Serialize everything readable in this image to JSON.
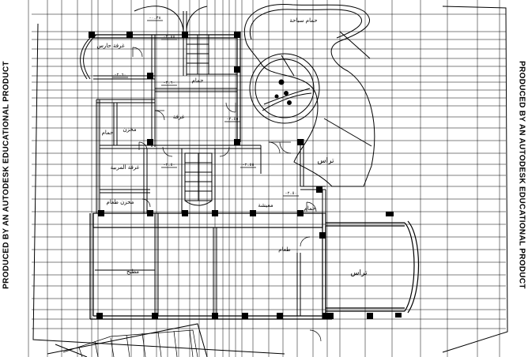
{
  "watermark": {
    "left": "PRODUCED BY AN AUTODESK EDUCATIONAL PRODUCT",
    "right": "PRODUCED BY AN AUTODESK EDUCATIONAL PRODUCT"
  },
  "rooms": {
    "pool": "حمام سباحة",
    "guard_room": "غرفة حارس",
    "bath_top": "حمام",
    "room": "غرفة",
    "storage_1": "مخزن",
    "bath_left": "حمام",
    "maid_room": "غرفة المربية",
    "food_storage": "مخزن طعام",
    "terrace_top": "تراس",
    "living": "معيشة",
    "bath_right": "حمام",
    "dining": "طعام",
    "kitchen": "مطبخ",
    "terrace_bottom": "تراس"
  },
  "levels": {
    "l1": "-٠.٣٨",
    "l2": "-٢.٨٨",
    "l3": "-٢.٦٠",
    "l4": "-٣.٦٠",
    "l5": "-٢.٥٥",
    "l6": "-٢.٥٠",
    "l7": "-٢.٥٥",
    "l8": "-٢.٥٠"
  },
  "colors": {
    "line": "#000000",
    "paper": "#ffffff"
  }
}
